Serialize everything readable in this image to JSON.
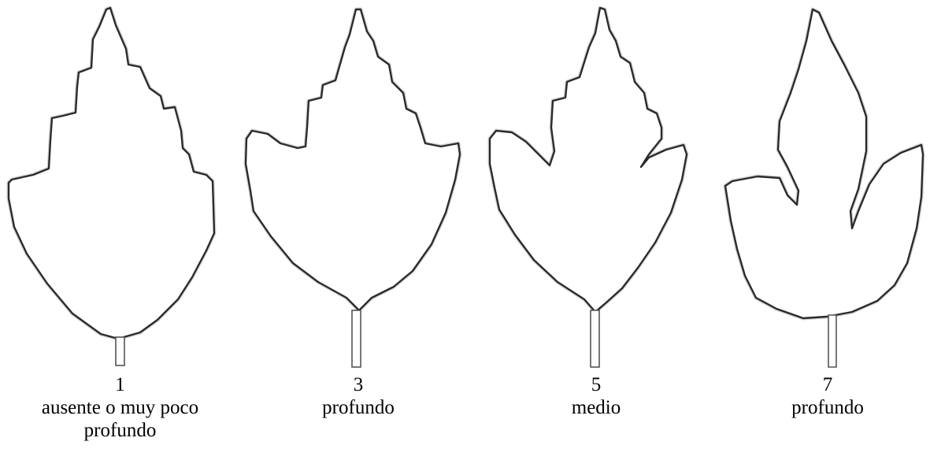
{
  "figure": {
    "leaves": [
      {
        "number": "1",
        "label_lines": [
          "ausente o muy poco",
          "profundo"
        ]
      },
      {
        "number": "3",
        "label_lines": [
          "profundo"
        ]
      },
      {
        "number": "5",
        "label_lines": [
          "medio"
        ]
      },
      {
        "number": "7",
        "label_lines": [
          "profundo"
        ]
      }
    ],
    "colors": {
      "outline": "#2b2b2b",
      "fill": "#ffffff",
      "shadow": "#c8c8c8"
    }
  }
}
